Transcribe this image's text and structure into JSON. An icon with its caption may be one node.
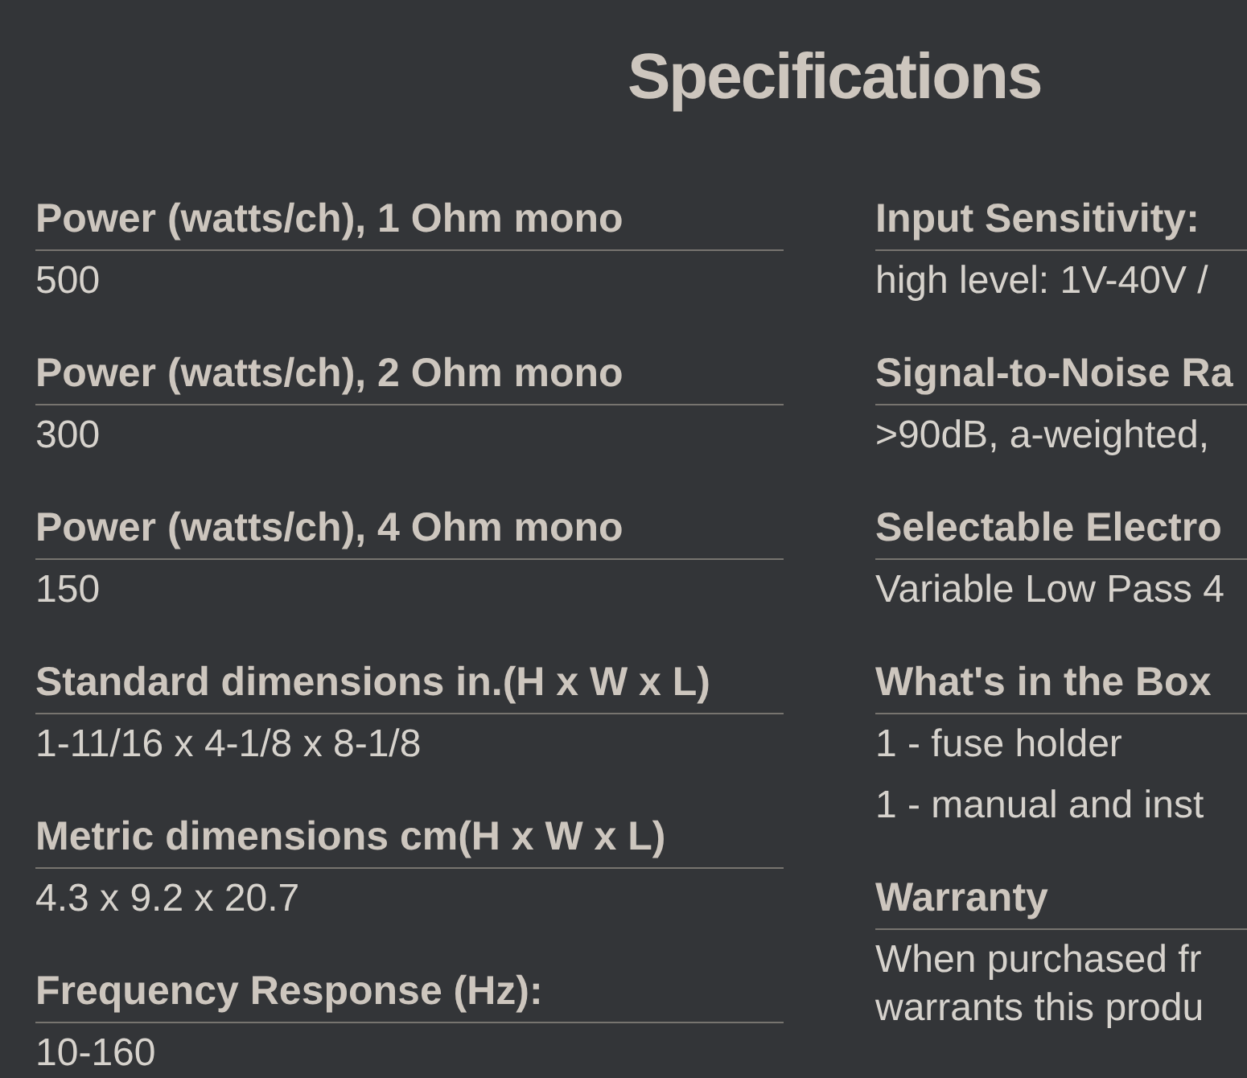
{
  "diagram": {
    "title": "Specifications",
    "labels": [
      "Power (watts/ch), 1 Ohm mono",
      "500",
      "Power (watts/ch), 2 Ohm mono",
      "300",
      "Power (watts/ch), 4 Ohm mono",
      "150",
      "Standard dimensions in.(H x W x L)",
      "1-11/16 x 4-1/8 x 8-1/8",
      "Metric dimensions cm(H x W x L)",
      "4.3 x 9.2 x 20.7",
      "Frequency Response (Hz):",
      "10-160",
      "Input Sensitivity:",
      "high level: 1V-40V /",
      "Signal-to-Noise Ra",
      ">90dB, a-weighted,",
      "Selectable Electro",
      "Variable Low Pass 4",
      "What's in the Box",
      "1 - fuse holder",
      "1 - manual and inst",
      "Warranty",
      "When purchased fr",
      "warrants this produ"
    ]
  }
}
